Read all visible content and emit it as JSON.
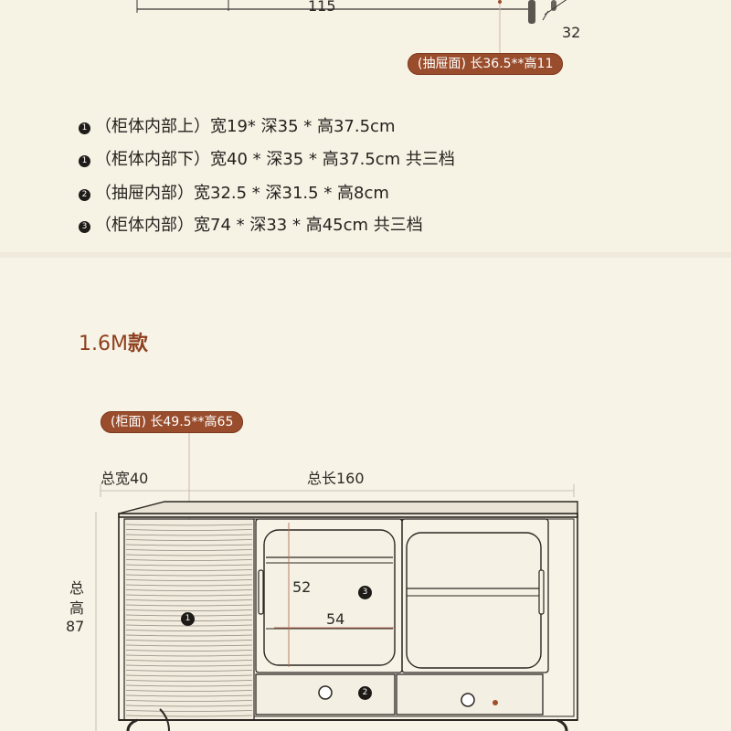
{
  "top_panel": {
    "dim_width": "115",
    "dim_depth": "32",
    "drawer_face_label": "(抽屉面) 长36.5**高11",
    "specs": [
      {
        "num": "1",
        "label": "（柜体内部上）",
        "value": "宽19* 深35 * 高37.5cm"
      },
      {
        "num": "1",
        "label": "（柜体内部下）",
        "value": "宽40 * 深35 * 高37.5cm  共三档"
      },
      {
        "num": "2",
        "label": "（抽屉内部）",
        "value": "宽32.5 * 深31.5 * 高8cm"
      },
      {
        "num": "3",
        "label": "（柜体内部）",
        "value": "宽74 * 深33 * 高45cm  共三档"
      }
    ]
  },
  "bottom_panel": {
    "title_number": "1.6M",
    "title_suffix": "款",
    "cabinet_face_label": "(柜面) 长49.5**高65",
    "total_width_label": "总宽40",
    "total_length_label": "总长160",
    "total_height_chars": [
      "总",
      "高",
      "87"
    ],
    "inner_height": "52",
    "inner_width": "54",
    "markers": [
      "1",
      "2",
      "3"
    ]
  },
  "colors": {
    "accent": "#9a4d2c",
    "title": "#8e3f1e",
    "background": "#f6f2e4",
    "line": "#2b2622"
  }
}
